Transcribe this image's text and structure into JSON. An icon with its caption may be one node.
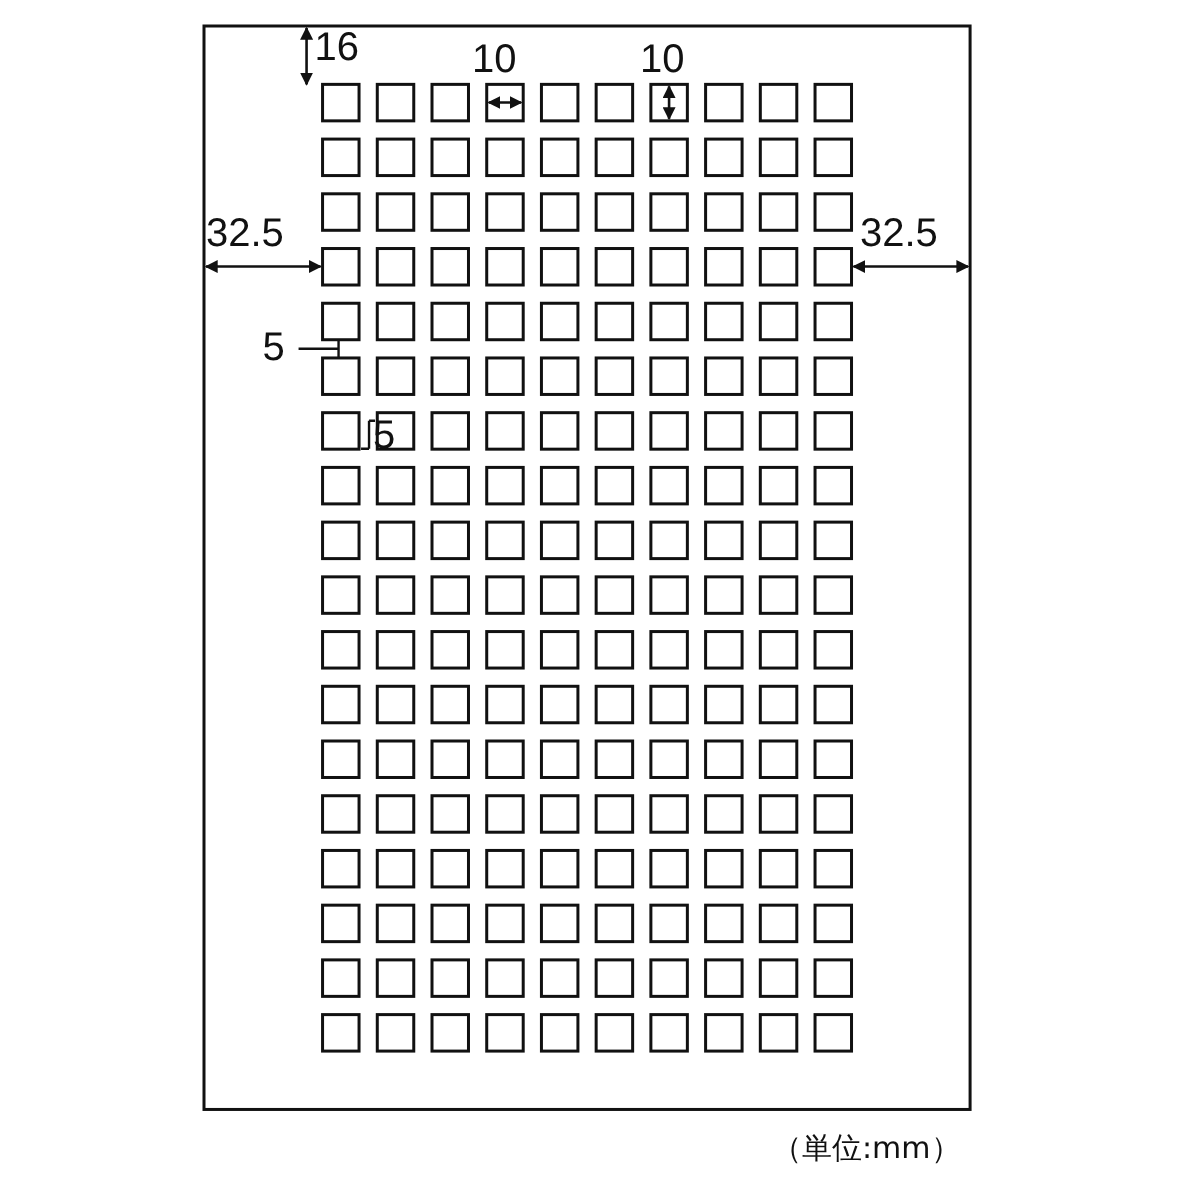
{
  "diagram": {
    "labels": [
      "16",
      "10",
      "10",
      "32.5",
      "32.5",
      "5",
      "5",
      "（単位:mm）"
    ]
  }
}
